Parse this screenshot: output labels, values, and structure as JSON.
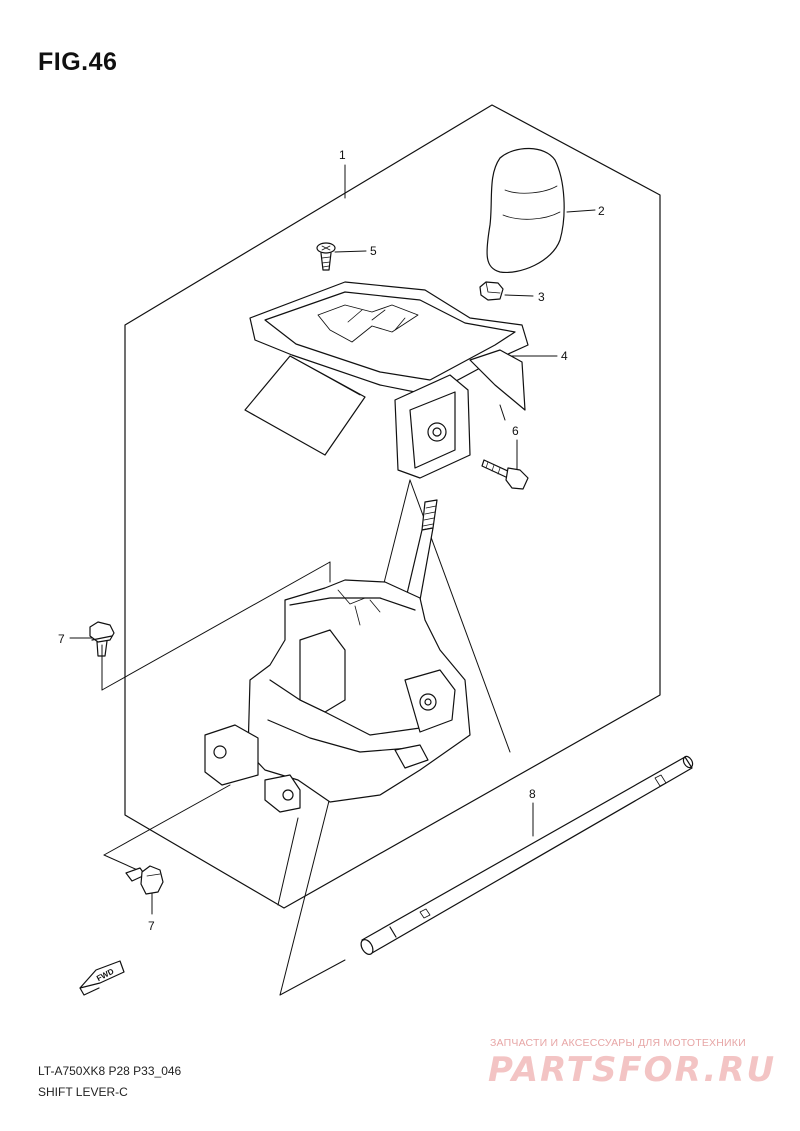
{
  "figure": {
    "title": "FIG.46"
  },
  "callouts": [
    {
      "key": "c1",
      "label": "1"
    },
    {
      "key": "c2",
      "label": "2"
    },
    {
      "key": "c3",
      "label": "3"
    },
    {
      "key": "c4",
      "label": "4"
    },
    {
      "key": "c5",
      "label": "5"
    },
    {
      "key": "c6",
      "label": "6"
    },
    {
      "key": "c7a",
      "label": "7"
    },
    {
      "key": "c7b",
      "label": "7"
    },
    {
      "key": "c8",
      "label": "8"
    }
  ],
  "fwd_badge": "FWD",
  "footer": {
    "model_code": "LT-A750XK8 P28 P33_046",
    "section_name": "SHIFT LEVER-C"
  },
  "watermark": {
    "tagline": "ЗАПЧАСТИ И АКСЕССУАРЫ ДЛЯ МОТОТЕХНИКИ",
    "brand": "PARTSFOR.RU"
  },
  "colors": {
    "ink": "#111111",
    "watermark": "#f3c4c4"
  }
}
